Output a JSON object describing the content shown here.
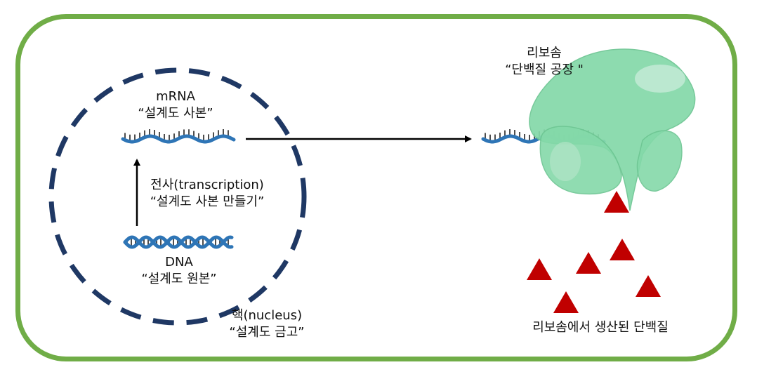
{
  "nucleus": {
    "title": "핵(nucleus)",
    "subtitle": "“설계도 금고”"
  },
  "mrna": {
    "title": "mRNA",
    "subtitle": "“설계도 사본”"
  },
  "transcription": {
    "title": "전사(transcription)",
    "subtitle": "“설계도 사본 만들기”"
  },
  "dna": {
    "title": "DNA",
    "subtitle": "“설계도 원본”"
  },
  "ribosome": {
    "title": "리보솜",
    "subtitle": "“단백질 공장 \""
  },
  "proteins": {
    "caption": "리보솜에서 생산된 단백질",
    "count": 6
  },
  "colors": {
    "frame": "#70ad47",
    "nucleus_border": "#1f3864",
    "strand": "#2e75b6",
    "ribosome": "#84d9a9",
    "protein": "#c00000"
  }
}
